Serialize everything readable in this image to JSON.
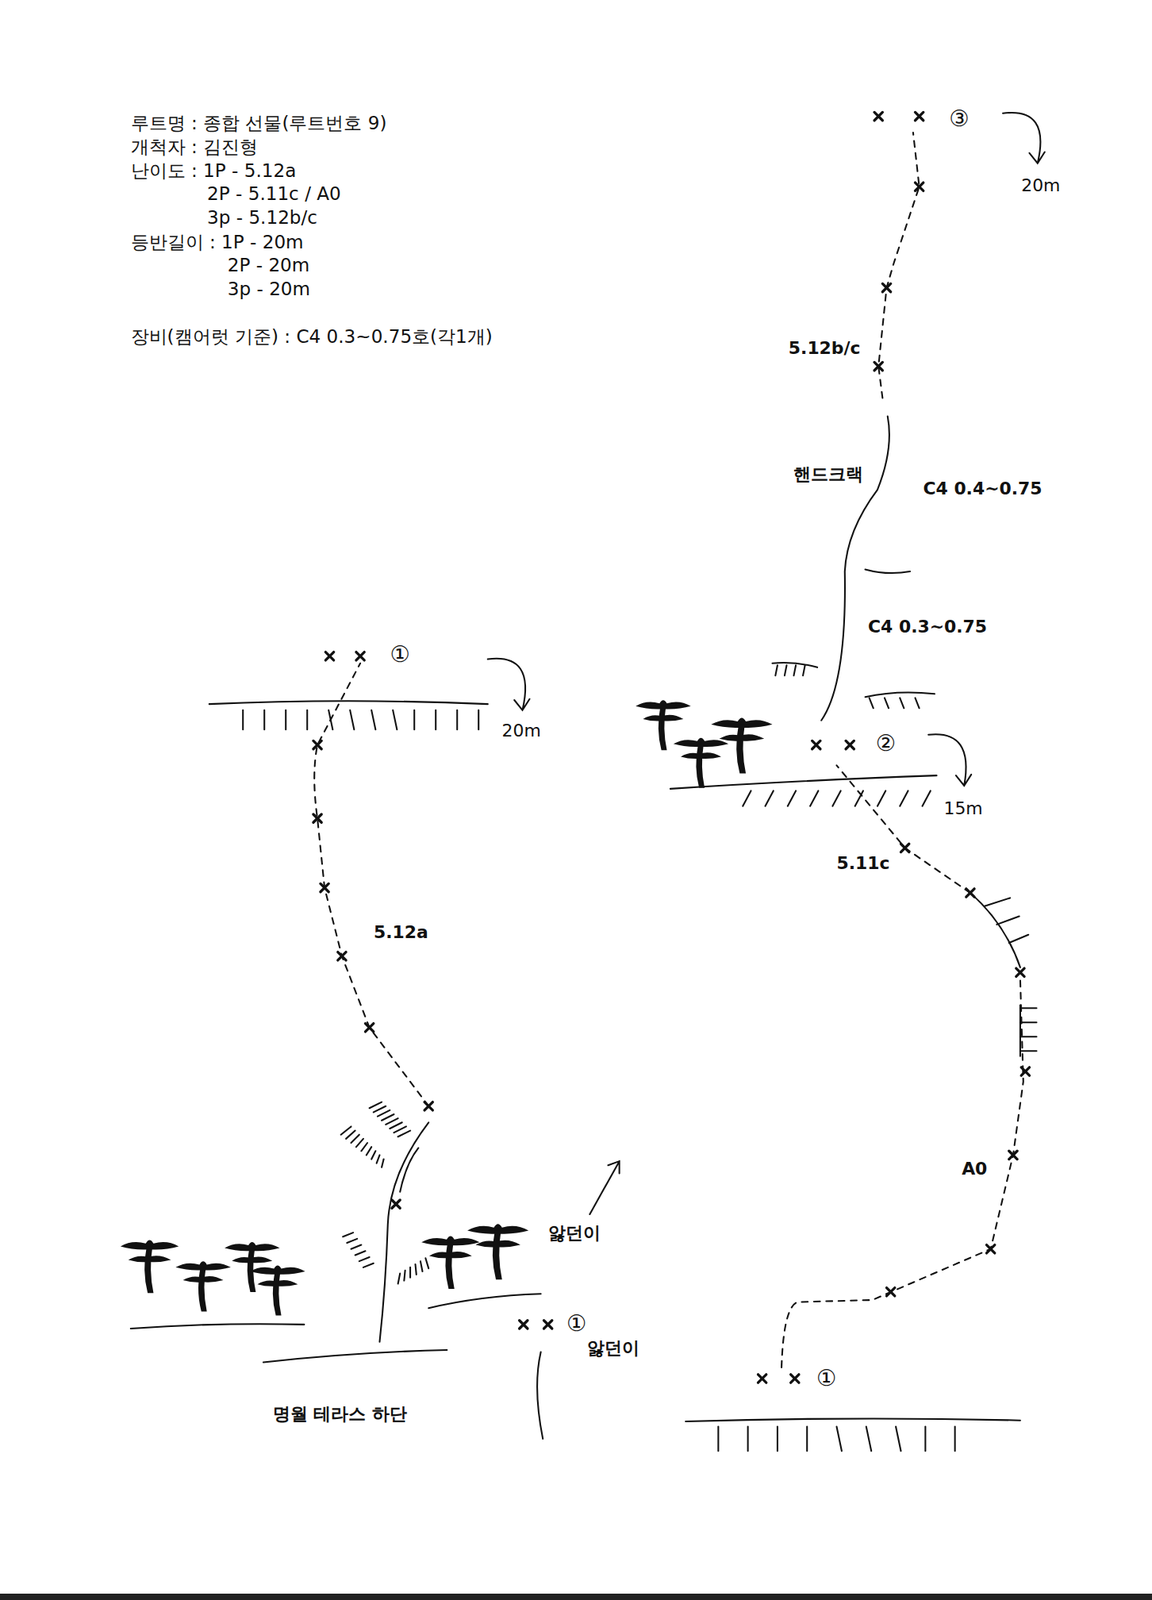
{
  "diagram": {
    "labels": [
      "루트명 : 종합 선물(루트번호 9)",
      "개척자 : 김진형",
      "난이도 : 1P - 5.12a",
      "2P - 5.11c / A0",
      "3p - 5.12b/c",
      "등반길이 : 1P - 20m",
      "2P - 20m",
      "3p - 20m",
      "장비(캠어럿 기준) : C4 0.3~0.75호(각1개)",
      "③",
      "20m",
      "5.12b/c",
      "핸드크랙",
      "C4 0.4~0.75",
      "C4 0.3~0.75",
      "①",
      "20m",
      "②",
      "15m",
      "5.11c",
      "5.12a",
      "A0",
      "앓던이",
      "①",
      "앓던이",
      "①",
      "명월 테라스 하단"
    ]
  }
}
